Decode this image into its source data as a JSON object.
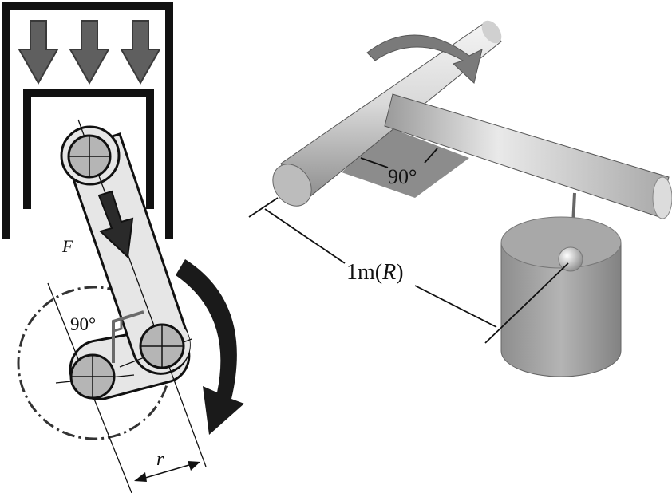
{
  "left_figure": {
    "force_label": "F",
    "angle_label": "90°",
    "radius_label": "r"
  },
  "right_figure": {
    "angle_label": "90°",
    "distance_label_prefix": "1m(",
    "distance_label_var": "R",
    "distance_label_suffix": ")"
  },
  "colors": {
    "piston_arrows": "#5f5f5f",
    "outline": "#111111",
    "rod_fill": "#e6e6e6",
    "pin_fill": "#b5b5b5",
    "rotation_arrow": "#1a1a1a",
    "weight_fill": "#9c9c9c"
  }
}
